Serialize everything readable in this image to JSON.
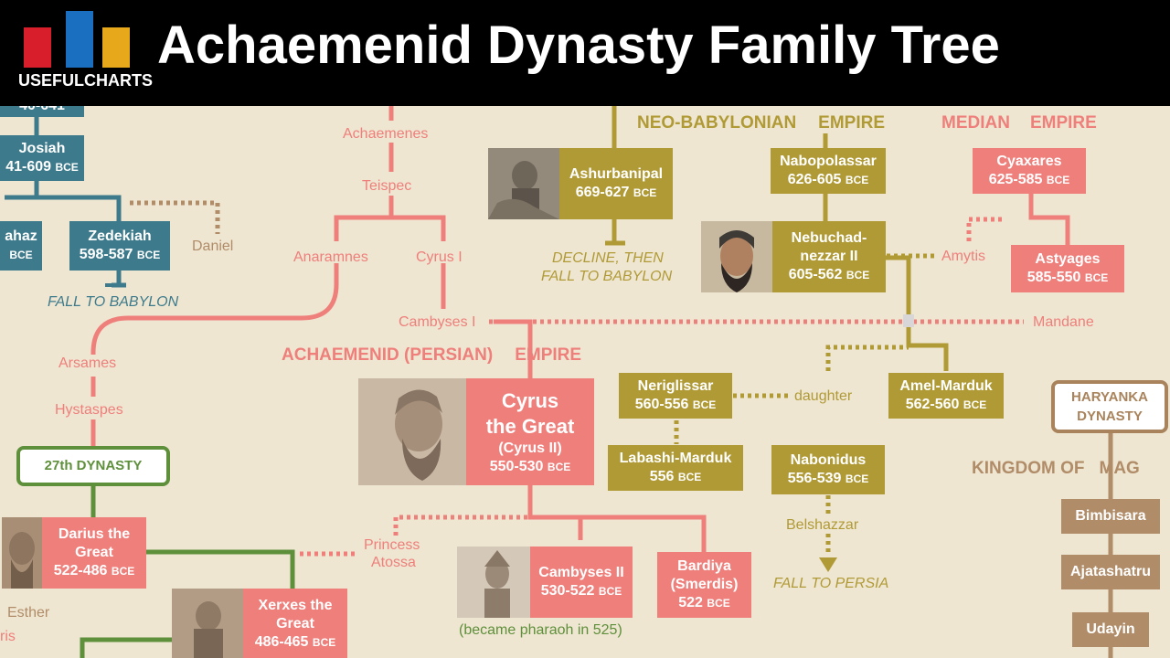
{
  "header": {
    "title": "Achaemenid Dynasty Family Tree",
    "logo_text": "USEFULCHARTS",
    "logo_colors": [
      "#d81e2b",
      "#1a6fc0",
      "#e8a81c"
    ]
  },
  "colors": {
    "pink": "#ee7f7b",
    "olive": "#b09a35",
    "teal": "#3d7b8c",
    "green": "#5e8f3a",
    "tan": "#b08c68",
    "background": "#efe6d2"
  },
  "unit": "BCE",
  "empires": {
    "neo_babylonian": [
      "NEO-BABYLONIAN",
      "EMPIRE"
    ],
    "median": [
      "MEDIAN",
      "EMPIRE"
    ],
    "achaemenid": [
      "ACHAEMENID (PERSIAN)",
      "EMPIRE"
    ],
    "kingdom_mag": [
      "KINGDOM OF",
      "MAG"
    ],
    "dynasty_27": "27th DYNASTY",
    "haryanka": [
      "HARYANKA",
      "DYNASTY"
    ]
  },
  "people": {
    "josiah": {
      "name": "Josiah",
      "years": "41-609"
    },
    "jehoahaz": {
      "name": "ahaz",
      "years": ""
    },
    "zedekiah": {
      "name": "Zedekiah",
      "years": "598-587"
    },
    "ashurbanipal": {
      "name": "Ashurbanipal",
      "years": "669-627"
    },
    "nabopolassar": {
      "name": "Nabopolassar",
      "years": "626-605"
    },
    "nebuchadnezzar": {
      "name1": "Nebuchad-",
      "name2": "nezzar II",
      "years": "605-562"
    },
    "cyaxares": {
      "name": "Cyaxares",
      "years": "625-585"
    },
    "astyages": {
      "name": "Astyages",
      "years": "585-550"
    },
    "cyrus": {
      "name1": "Cyrus",
      "name2": "the Great",
      "alt": "(Cyrus II)",
      "years": "550-530"
    },
    "neriglissar": {
      "name": "Neriglissar",
      "years": "560-556"
    },
    "labashi": {
      "name": "Labashi-Marduk",
      "years": "556"
    },
    "amel": {
      "name": "Amel-Marduk",
      "years": "562-560"
    },
    "nabonidus": {
      "name": "Nabonidus",
      "years": "556-539"
    },
    "darius": {
      "name1": "Darius the",
      "name2": "Great",
      "years": "522-486"
    },
    "xerxes": {
      "name1": "Xerxes the",
      "name2": "Great",
      "years": "486-465"
    },
    "cambyses2": {
      "name": "Cambyses II",
      "years": "530-522"
    },
    "bardiya": {
      "name1": "Bardiya",
      "name2": "(Smerdis)",
      "years": "522"
    },
    "bimbisara": {
      "name": "Bimbisara"
    },
    "ajatashatru": {
      "name": "Ajatashatru"
    },
    "udayin": {
      "name": "Udayin"
    }
  },
  "labels": {
    "achaemenes": "Achaemenes",
    "teispec": "Teispec",
    "anaramnes": "Anaramnes",
    "cyrus1": "Cyrus I",
    "cambyses1": "Cambyses I",
    "arsames": "Arsames",
    "hystaspes": "Hystaspes",
    "daniel": "Daniel",
    "amytis": "Amytis",
    "mandane": "Mandane",
    "daughter": "daughter",
    "belshazzar": "Belshazzar",
    "atossa1": "Princess",
    "atossa2": "Atossa",
    "esther": "Esther",
    "ris": "ris",
    "pharaoh_note": "(became pharaoh in 525)",
    "fall_babylon": "FALL TO BABYLON",
    "decline1": "DECLINE, THEN",
    "decline2": "FALL TO BABYLON",
    "fall_persia": "FALL TO PERSIA",
    "top_cut": "40-641"
  }
}
